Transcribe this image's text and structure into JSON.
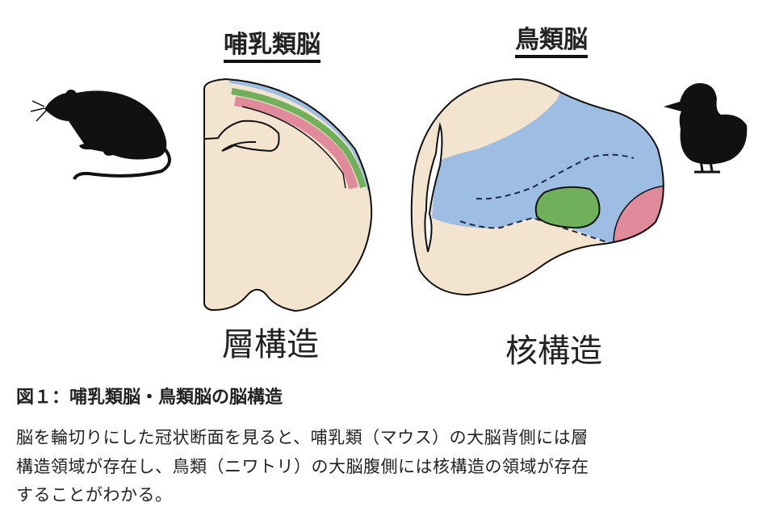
{
  "figure": {
    "mammal_title": "哺乳類脳",
    "bird_title": "鳥類脳",
    "mammal_structure": "層構造",
    "bird_structure": "核構造",
    "colors": {
      "tissue": "#f3e4d0",
      "blue": "#9dbde3",
      "green": "#70b05a",
      "pink": "#e08a9c"
    }
  },
  "caption": {
    "heading": "図１：哺乳類脳・鳥類脳の脳構造",
    "lines": [
      "脳を輪切りにした冠状断面を見ると、哺乳類（マウス）の大脳背側には層",
      "構造領域が存在し、鳥類（ニワトリ）の大脳腹側には核構造の領域が存在",
      "することがわかる。"
    ]
  }
}
